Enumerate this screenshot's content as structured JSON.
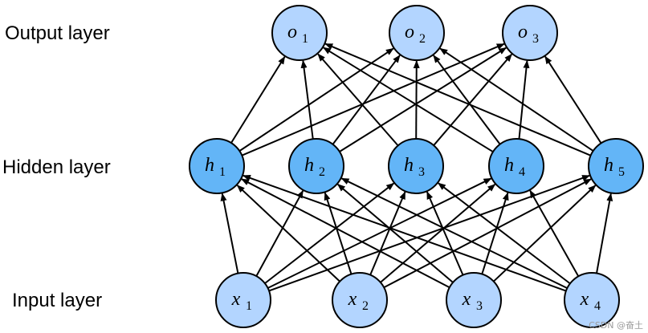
{
  "labels": {
    "output": "Output layer",
    "hidden": "Hidden layer",
    "input": "Input layer"
  },
  "layers": {
    "output": [
      {
        "letter": "o",
        "sub": "1"
      },
      {
        "letter": "o",
        "sub": "2"
      },
      {
        "letter": "o",
        "sub": "3"
      }
    ],
    "hidden": [
      {
        "letter": "h",
        "sub": "1"
      },
      {
        "letter": "h",
        "sub": "2"
      },
      {
        "letter": "h",
        "sub": "3"
      },
      {
        "letter": "h",
        "sub": "4"
      },
      {
        "letter": "h",
        "sub": "5"
      }
    ],
    "input": [
      {
        "letter": "x",
        "sub": "1"
      },
      {
        "letter": "x",
        "sub": "2"
      },
      {
        "letter": "x",
        "sub": "3"
      },
      {
        "letter": "x",
        "sub": "4"
      }
    ]
  },
  "colors": {
    "light_node": "#b3d5ff",
    "dark_node": "#63b5f7",
    "stroke": "#000000",
    "edge": "#000000"
  },
  "watermark": "CSDN @奋土"
}
